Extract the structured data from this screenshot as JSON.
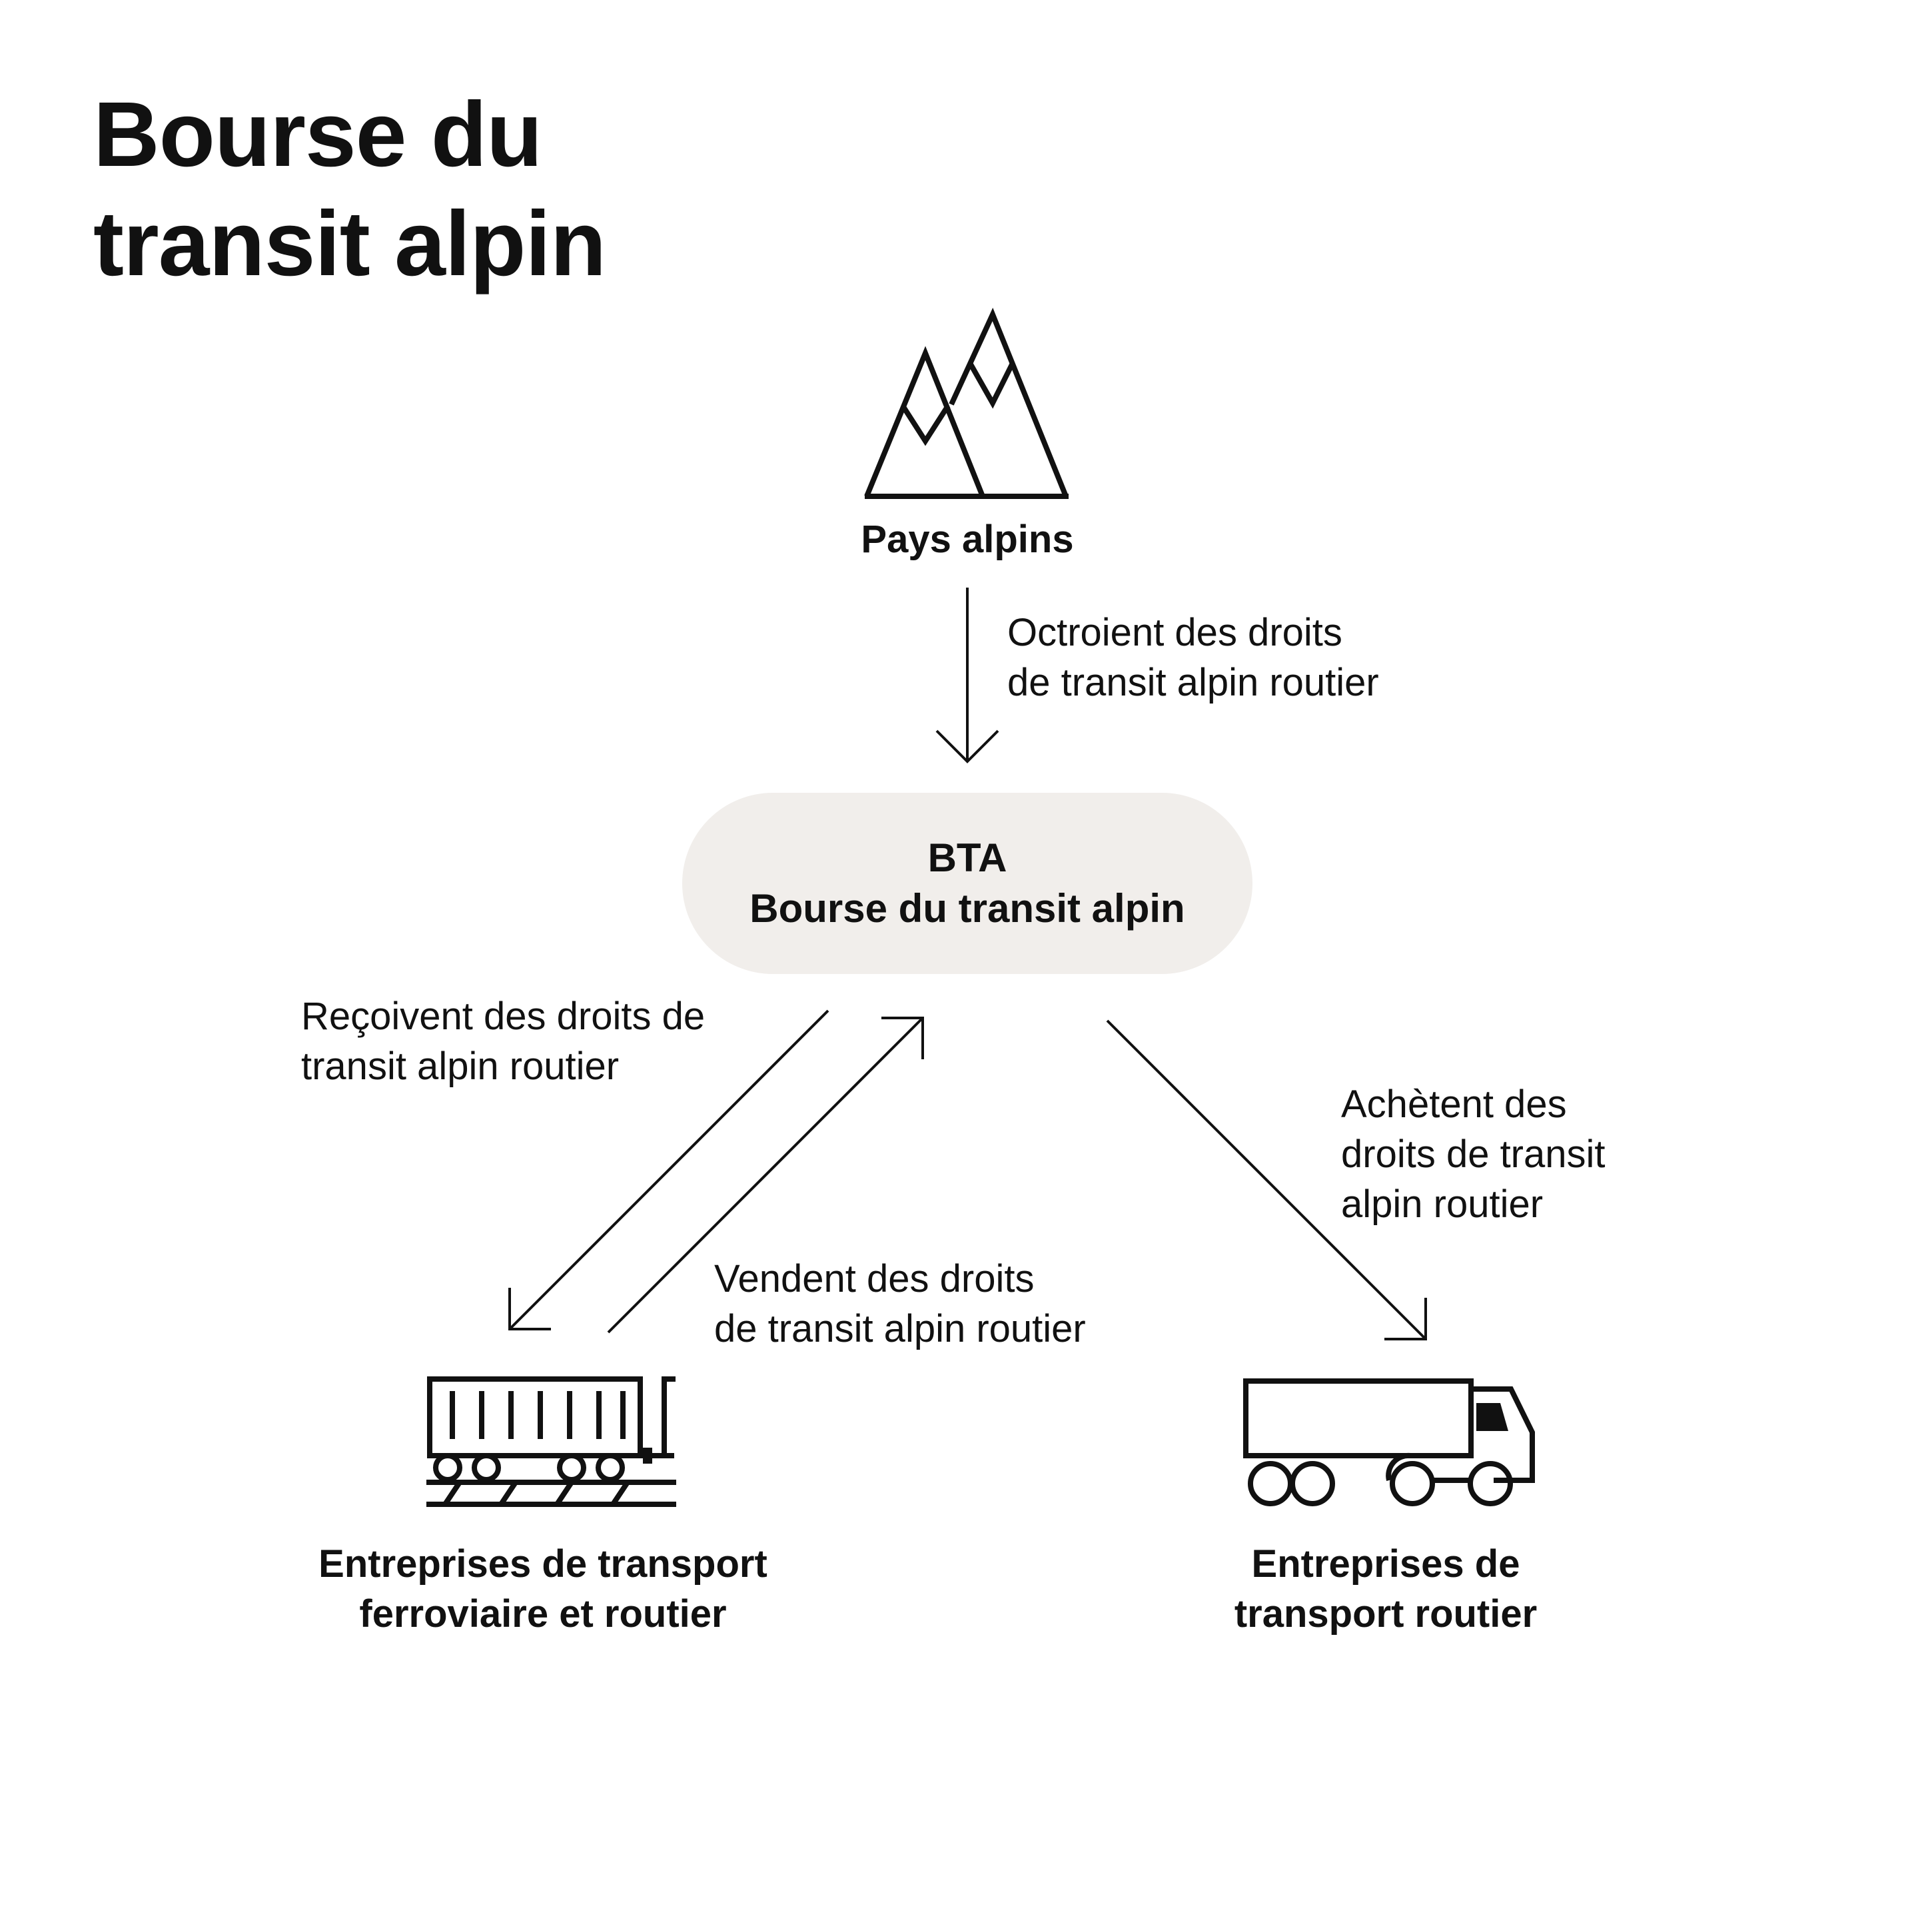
{
  "title": {
    "line1": "Bourse du",
    "line2": "transit alpin"
  },
  "nodes": {
    "alpine_countries": {
      "label": "Pays alpins",
      "icon": "mountain-icon"
    },
    "bta": {
      "line1": "BTA",
      "line2": "Bourse du transit alpin",
      "fill": "#f1eeeb"
    },
    "rail_road_companies": {
      "line1": "Entreprises de transport",
      "line2": "ferroviaire et routier",
      "icon": "freight-train-icon"
    },
    "road_companies": {
      "line1": "Entreprises de",
      "line2": "transport routier",
      "icon": "truck-icon"
    }
  },
  "edges": {
    "grant": {
      "from": "Pays alpins",
      "to": "BTA",
      "line1": "Octroient des droits",
      "line2": "de transit alpin routier"
    },
    "receive": {
      "from": "BTA",
      "to": "Entreprises de transport ferroviaire et routier",
      "line1": "Reçoivent des droits de",
      "line2": "transit alpin routier"
    },
    "sell": {
      "from": "Entreprises de transport ferroviaire et routier",
      "to": "BTA",
      "line1": "Vendent des droits",
      "line2": "de transit alpin routier"
    },
    "buy": {
      "from": "BTA",
      "to": "Entreprises de transport routier",
      "line1": "Achètent des",
      "line2": "droits de transit",
      "line3": "alpin routier"
    }
  },
  "colors": {
    "ink": "#111111",
    "pill": "#f1eeeb",
    "background": "#ffffff"
  }
}
